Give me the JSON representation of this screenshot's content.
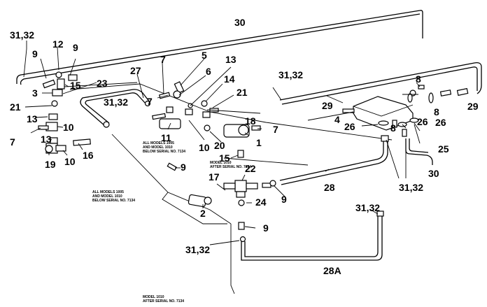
{
  "callouts": {
    "c30a": "30",
    "c3132a": "31,32",
    "c12": "12",
    "c9a": "9",
    "c9b": "9",
    "c15a": "15",
    "c3": "3",
    "c23": "23",
    "c27": "27",
    "c21a": "21",
    "c3132b": "31,32",
    "c13a": "13",
    "c10a": "10",
    "c7a": "7",
    "c13b": "13",
    "c16": "16",
    "c19": "19",
    "c10b": "10",
    "c7b": "7",
    "c5": "5",
    "c6": "6",
    "c13c": "13",
    "c7c": "7",
    "c14": "14",
    "c21b": "21",
    "c3132c": "31,32",
    "c18": "18",
    "c7d": "7",
    "c11": "11",
    "c10c": "10",
    "c20": "20",
    "c1": "1",
    "c9c": "9",
    "c15b": "15",
    "c22": "22",
    "c17": "17",
    "c28": "28",
    "c9d": "9",
    "c24": "24",
    "c2": "2",
    "c29a": "29",
    "c4": "4",
    "c26a": "26",
    "c8a": "8",
    "c8b": "8",
    "c26b": "26",
    "c8c": "8",
    "c29b": "29",
    "c26c": "26",
    "c25": "25",
    "c30b": "30",
    "c3132d": "31,32",
    "c3132e": "31,32",
    "c9e": "9",
    "c3132f": "31,32",
    "c28a": "28A"
  },
  "notes": {
    "n1l1": "ALL MODELS 1005",
    "n1l2": "AND MODEL 1010",
    "n1l3": "BELOW SERIAL NO. 7134",
    "n2l1": "MODEL 1010",
    "n2l2": "AFTER SERIAL NO. 7134",
    "n3l1": "ALL MODELS 1005",
    "n3l2": "AND MODEL 1010",
    "n3l3": "BELOW SERIAL NO. 7134",
    "n4l1": "MODEL 1010",
    "n4l2": "AFTER SERIAL NO. 7134"
  }
}
